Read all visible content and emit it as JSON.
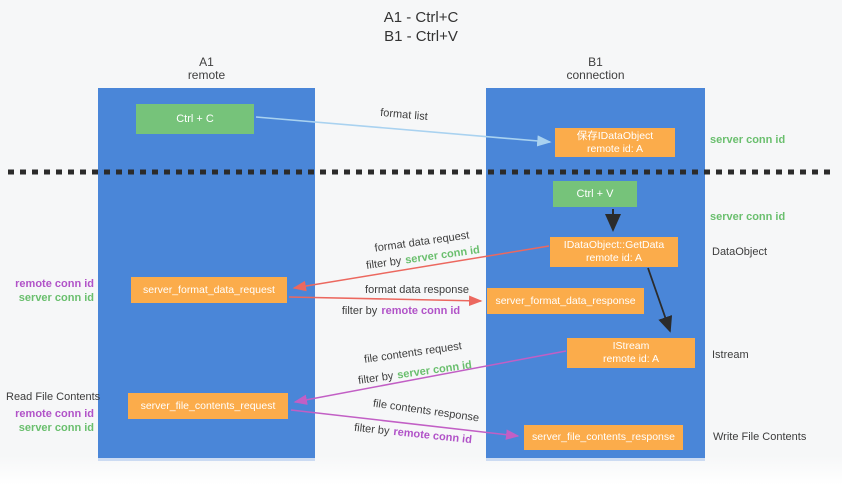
{
  "title": {
    "line1": "A1 - Ctrl+C",
    "line2": "B1 - Ctrl+V"
  },
  "columns": {
    "a": {
      "id": "A1",
      "role": "remote"
    },
    "b": {
      "id": "B1",
      "role": "connection"
    }
  },
  "nodes": {
    "ctrl_c": {
      "label": "Ctrl + C"
    },
    "save_idataobject": {
      "line1": "保存IDataObject",
      "line2": "remote id: A"
    },
    "ctrl_v": {
      "label": "Ctrl + V"
    },
    "getdata": {
      "line1": "IDataObject::GetData",
      "line2": "remote id: A"
    },
    "format_data_request": {
      "label": "server_format_data_request"
    },
    "format_data_response": {
      "label": "server_format_data_response"
    },
    "istream": {
      "line1": "IStream",
      "line2": "remote id: A"
    },
    "file_contents_request": {
      "label": "server_file_contents_request"
    },
    "file_contents_response": {
      "label": "server_file_contents_response"
    }
  },
  "side_labels": {
    "server_conn_id": "server conn id",
    "remote_conn_id": "remote conn id",
    "dataobject": "DataObject",
    "istream": "Istream",
    "read_file_contents": "Read File Contents",
    "write_file_contents": "Write File Contents"
  },
  "arrow_labels": {
    "format_list": "format list",
    "format_data_request": "format data request",
    "format_data_response": "format data response",
    "file_contents_request": "file contents request",
    "file_contents_response": "file contents response",
    "filter_by": "filter by"
  },
  "colors": {
    "column_blue": "#4a86d8",
    "node_green": "#76c37a",
    "node_orange": "#fbac4b",
    "arrow_light_blue": "#a9d2f0",
    "arrow_red": "#ec685f",
    "arrow_magenta": "#c25fc5",
    "arrow_black": "#2b2b2b",
    "text_green": "#6abf6e",
    "text_purple": "#b153c8"
  }
}
